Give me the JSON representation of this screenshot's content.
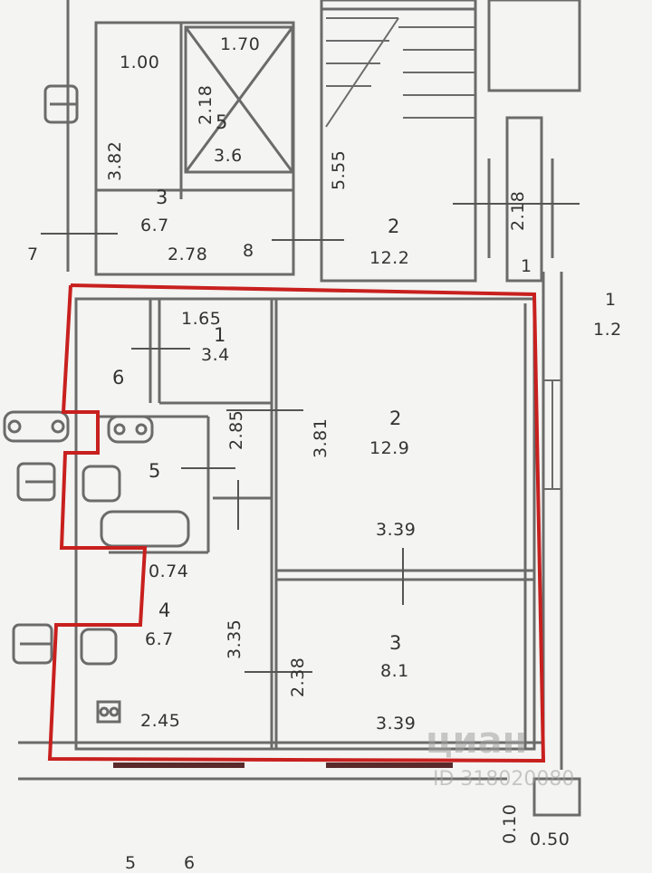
{
  "upper_floor": {
    "rooms": [
      {
        "id": "3",
        "area": "6.7"
      },
      {
        "id": "5",
        "area": "3.6"
      },
      {
        "id": "2",
        "area": "12.2"
      }
    ],
    "dimensions": [
      "1.00",
      "1.70",
      "2.18",
      "3.82",
      "5.55",
      "2.18",
      "2.78"
    ],
    "axis_marks": [
      "7",
      "8",
      "1"
    ]
  },
  "apartment": {
    "rooms": [
      {
        "id": "1",
        "area": "3.4"
      },
      {
        "id": "2",
        "area": "12.9"
      },
      {
        "id": "3",
        "area": "8.1"
      },
      {
        "id": "4",
        "area": "6.7"
      },
      {
        "id": "5",
        "area": ""
      },
      {
        "id": "6",
        "area": ""
      }
    ],
    "dimensions": [
      "1.65",
      "2.85",
      "3.81",
      "3.39",
      "0.74",
      "3.35",
      "2.38",
      "2.45",
      "3.39"
    ]
  },
  "outside": {
    "section_label": {
      "id": "1",
      "area": "1.2"
    },
    "bottom_dims": [
      "0.10",
      "0.50"
    ],
    "bottom_marks": [
      "5",
      "6"
    ]
  },
  "watermark": {
    "brand": "циан",
    "id_text": "ID 318020080"
  },
  "colors": {
    "outline": "#c8201e",
    "walls": "#6b6b6b",
    "paper": "#f4f4f2"
  }
}
